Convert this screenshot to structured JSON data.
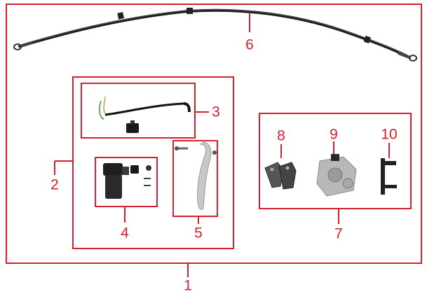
{
  "accent_color": "#d62030",
  "callouts": {
    "c1": "1",
    "c2": "2",
    "c3": "3",
    "c4": "4",
    "c5": "5",
    "c6": "6",
    "c7": "7",
    "c8": "8",
    "c9": "9",
    "c10": "10"
  },
  "parts": [
    {
      "label": "1",
      "icon": "front-brake-assembly-frame"
    },
    {
      "label": "2",
      "icon": "master-cylinder-kit-box"
    },
    {
      "label": "3",
      "icon": "brake-light-switch-wire-icon"
    },
    {
      "label": "4",
      "icon": "master-cylinder-icon"
    },
    {
      "label": "5",
      "icon": "brake-lever-icon"
    },
    {
      "label": "6",
      "icon": "brake-hose-icon"
    },
    {
      "label": "7",
      "icon": "caliper-kit-box"
    },
    {
      "label": "8",
      "icon": "brake-pads-icon"
    },
    {
      "label": "9",
      "icon": "brake-caliper-icon"
    },
    {
      "label": "10",
      "icon": "caliper-bracket-icon"
    }
  ]
}
